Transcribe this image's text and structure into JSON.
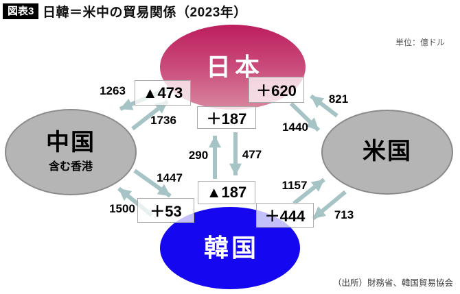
{
  "header": {
    "badge": "図表3",
    "title": "日韓＝米中の貿易関係（2023年）",
    "unit": "単位：億ドル"
  },
  "nodes": {
    "japan": {
      "label": "日本"
    },
    "china": {
      "label": "中国",
      "sublabel": "含む香港"
    },
    "usa": {
      "label": "米国"
    },
    "korea": {
      "label": "韓国"
    }
  },
  "balances": {
    "japan_vs_china": "▲473",
    "japan_vs_usa": "＋620",
    "japan_vs_korea": "＋187",
    "korea_vs_japan": "▲187",
    "korea_vs_china": "＋53",
    "korea_vs_usa": "＋444"
  },
  "flows": {
    "japan_to_china": "1263",
    "china_to_japan": "1736",
    "usa_to_japan": "821",
    "japan_to_usa": "1440",
    "korea_to_japan": "290",
    "japan_to_korea": "477",
    "china_to_korea": "1447",
    "korea_to_china": "1500",
    "korea_to_usa": "1157",
    "usa_to_korea": "713"
  },
  "footer": {
    "source": "（出所）財務省、韓国貿易協会"
  },
  "colors": {
    "japan_gradient_top": "#bd1e5d",
    "japan_gradient_bottom": "#d9879f",
    "china_usa_gray": "#b5b5b5",
    "korea_blue": "#1508f0",
    "arrow_teal": "#a6c4c6",
    "badge_black": "#000000"
  }
}
